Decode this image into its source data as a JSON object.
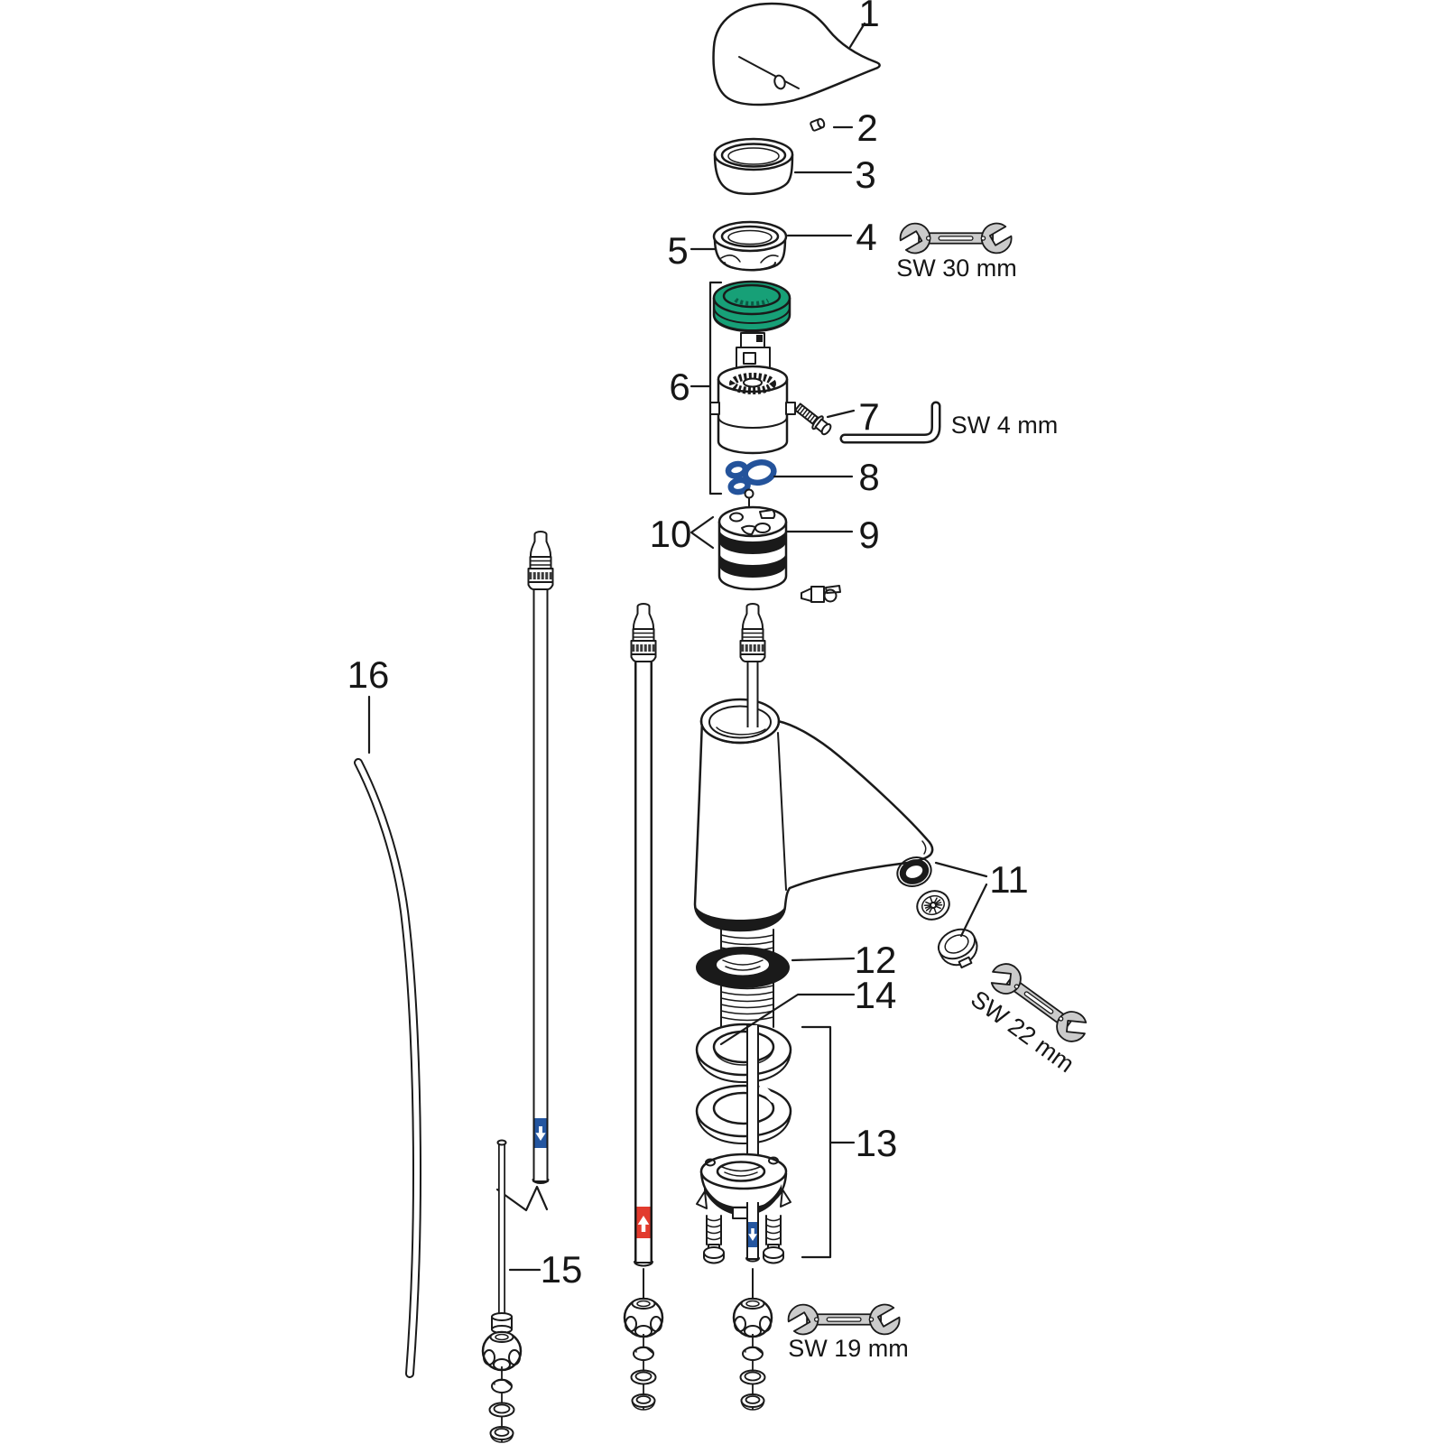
{
  "diagram": {
    "kind": "exploded-parts-diagram",
    "callouts": [
      {
        "id": "1",
        "text": "1"
      },
      {
        "id": "2",
        "text": "2"
      },
      {
        "id": "3",
        "text": "3"
      },
      {
        "id": "4",
        "text": "4"
      },
      {
        "id": "5",
        "text": "5"
      },
      {
        "id": "6",
        "text": "6"
      },
      {
        "id": "7",
        "text": "7"
      },
      {
        "id": "8",
        "text": "8"
      },
      {
        "id": "9",
        "text": "9"
      },
      {
        "id": "10",
        "text": "10"
      },
      {
        "id": "11",
        "text": "11"
      },
      {
        "id": "12",
        "text": "12"
      },
      {
        "id": "13",
        "text": "13"
      },
      {
        "id": "14",
        "text": "14"
      },
      {
        "id": "15",
        "text": "15"
      },
      {
        "id": "16",
        "text": "16"
      }
    ],
    "tools": [
      {
        "name": "open-end-wrench",
        "label": "SW 30 mm"
      },
      {
        "name": "allen-key",
        "label": "SW 4 mm"
      },
      {
        "name": "open-end-wrench",
        "label": "SW 22 mm"
      },
      {
        "name": "open-end-wrench",
        "label": "SW 19 mm"
      }
    ],
    "markers": {
      "cold_hose": "blue-down-arrow-icon",
      "hot_hose": "red-up-arrow-icon",
      "center_rod": "blue-down-arrow-icon"
    },
    "colors": {
      "line": "#1a1a1a",
      "seal_green": "#17A077",
      "gasket_blue": "#24539B",
      "marker_blue": "#2456A0",
      "marker_red": "#E23B2E",
      "tool_gray": "#CBCBCB"
    }
  }
}
